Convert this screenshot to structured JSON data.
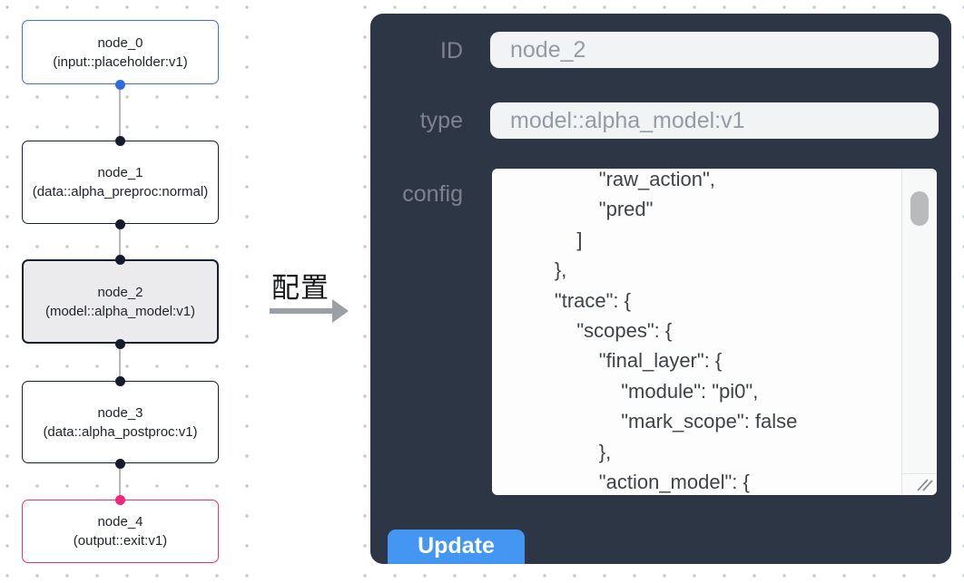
{
  "flow": {
    "nodes": [
      {
        "id": "node_0",
        "title": "node_0",
        "subtitle": "(input::placeholder:v1)",
        "border_color": "#3e6ed6",
        "bg": "#ffffff",
        "bottom_dot": "#2e6be0"
      },
      {
        "id": "node_1",
        "title": "node_1",
        "subtitle": "(data::alpha_preproc:normal)",
        "border_color": "#1a2130",
        "bg": "#ffffff",
        "top_dot": "#131b2d",
        "bottom_dot": "#131b2d"
      },
      {
        "id": "node_2",
        "title": "node_2",
        "subtitle": "(model::alpha_model:v1)",
        "border_color": "#1a2130",
        "bg": "#ebebed",
        "selected": true,
        "top_dot": "#131b2d",
        "bottom_dot": "#131b2d"
      },
      {
        "id": "node_3",
        "title": "node_3",
        "subtitle": "(data::alpha_postproc:v1)",
        "border_color": "#1a2130",
        "bg": "#ffffff",
        "top_dot": "#131b2d",
        "bottom_dot": "#131b2d"
      },
      {
        "id": "node_4",
        "title": "node_4",
        "subtitle": "(output::exit:v1)",
        "border_color": "#ee2d7b",
        "bg": "#ffffff",
        "top_dot": "#f1267c"
      }
    ],
    "edge_color": "#b4b7bc"
  },
  "arrow": {
    "label": "配置",
    "color": "#9aa0a6"
  },
  "panel": {
    "bg": "#2c3645",
    "fields": [
      {
        "label": "ID",
        "value": "node_2"
      },
      {
        "label": "type",
        "value": "model::alpha_model:v1"
      }
    ],
    "config_label": "config",
    "config_text": "                \"raw_action\",\n                \"pred\"\n            ]\n        },\n        \"trace\": {\n            \"scopes\": {\n                \"final_layer\": {\n                    \"module\": \"pi0\",\n                    \"mark_scope\": false\n                },\n                \"action_model\": {",
    "update_label": "Update",
    "accent_color": "#4496f3",
    "input_bg": "#f2f3f5",
    "label_color": "#7c838e"
  }
}
